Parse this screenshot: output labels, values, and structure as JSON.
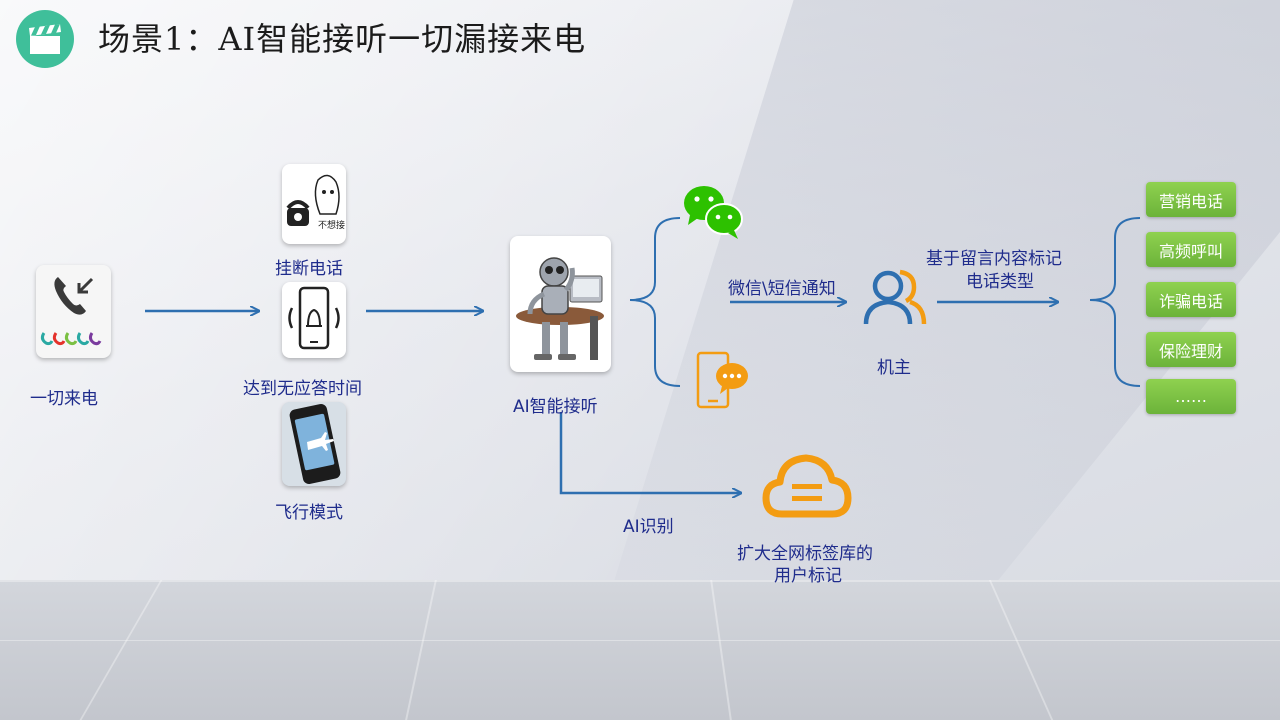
{
  "title": "场景1：AI智能接听一切漏接来电",
  "nodes": {
    "incoming": "一切来电",
    "hangup": "挂断电话",
    "no_answer": "达到无应答时间",
    "flight": "飞行模式",
    "ai_answer": "AI智能接听",
    "owner": "机主",
    "user_tag": [
      "扩大全网标签库的",
      "用户标记"
    ]
  },
  "edges": {
    "notify": "微信\\短信通知",
    "mark_type": [
      "基于留言内容标记",
      "电话类型"
    ],
    "ai_recognize": "AI识别"
  },
  "icons": {
    "hangup_card_text": "不想接"
  },
  "tags": [
    "营销电话",
    "高频呼叫",
    "诈骗电话",
    "保险理财",
    "……"
  ],
  "colors": {
    "label": "#1f2c8c",
    "arrow": "#2e6fb0",
    "badge": "#3fbf9a",
    "wechat": "#2dc100",
    "orange": "#f39c12",
    "tag_green": "#7cc142"
  }
}
